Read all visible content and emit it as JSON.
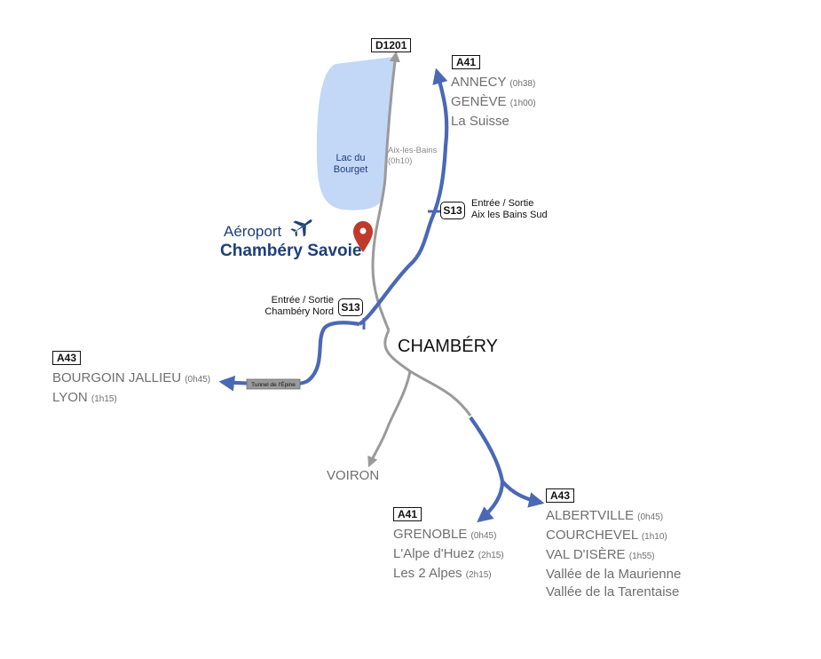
{
  "lake": {
    "name_line1": "Lac du",
    "name_line2": "Bourget"
  },
  "airport": {
    "line1": "Aéroport",
    "line2": "Chambéry Savoie",
    "pin_icon": "map-pin-icon",
    "plane_icon": "airplane-icon",
    "brand_color": "#1f3f7a",
    "pin_color": "#c0392b"
  },
  "city": "CHAMBÉRY",
  "tunnel": "Tunnel de l'Épine",
  "aix_label": {
    "line1": "Aix-les-Bains",
    "line2": "(0h10)"
  },
  "exits": {
    "north": {
      "code": "S13",
      "line1": "Entrée / Sortie",
      "line2": "Aix les Bains Sud"
    },
    "city": {
      "code": "S13",
      "line1": "Entrée / Sortie",
      "line2": "Chambéry Nord"
    }
  },
  "roads": {
    "d1201": {
      "code": "D1201"
    },
    "a41_north": {
      "code": "A41",
      "destinations": [
        {
          "name": "ANNECY",
          "time": "(0h38)"
        },
        {
          "name": "GENÈVE",
          "time": "(1h00)"
        },
        {
          "name": "La Suisse",
          "time": ""
        }
      ]
    },
    "a43_west": {
      "code": "A43",
      "destinations": [
        {
          "name": "BOURGOIN JALLIEU",
          "time": "(0h45)"
        },
        {
          "name": "LYON",
          "time": "(1h15)"
        }
      ]
    },
    "voiron": {
      "name": "VOIRON"
    },
    "a41_south": {
      "code": "A41",
      "destinations": [
        {
          "name": "GRENOBLE",
          "time": "(0h45)"
        },
        {
          "name": "L'Alpe d'Huez",
          "time": "(2h15)"
        },
        {
          "name": "Les 2 Alpes",
          "time": "(2h15)"
        }
      ]
    },
    "a43_east": {
      "code": "A43",
      "destinations": [
        {
          "name": "ALBERTVILLE",
          "time": "(0h45)"
        },
        {
          "name": "COURCHEVEL",
          "time": "(1h10)"
        },
        {
          "name": "VAL D'ISÈRE",
          "time": "(1h55)"
        },
        {
          "name": "Vallée de la Maurienne",
          "time": ""
        },
        {
          "name": "Vallée de la Tarentaise",
          "time": ""
        }
      ]
    }
  },
  "colors": {
    "motorway": "#4a68b5",
    "road": "#9a9a9a",
    "lake": "#c3d7f7",
    "text_gray": "#6f6f6f"
  }
}
